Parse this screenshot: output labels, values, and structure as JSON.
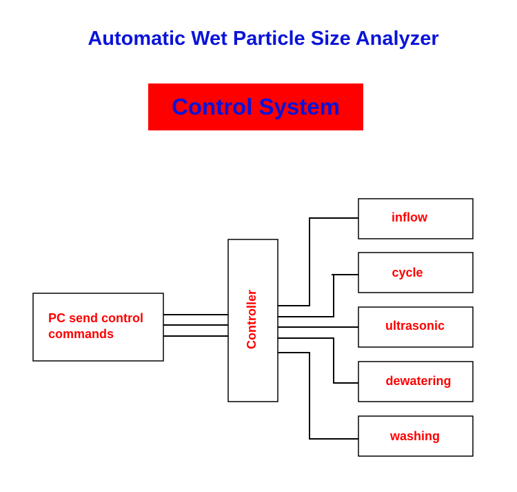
{
  "title": "Automatic Wet Particle Size Analyzer",
  "banner": "Control System",
  "pc_box": {
    "line1": "PC send control",
    "line2": "commands"
  },
  "controller": "Controller",
  "outputs": [
    "inflow",
    "cycle",
    "ultrasonic",
    "dewatering",
    "washing"
  ],
  "colors": {
    "title": "#0a14d8",
    "banner_bg": "#ff0000",
    "label": "#ff0000"
  }
}
